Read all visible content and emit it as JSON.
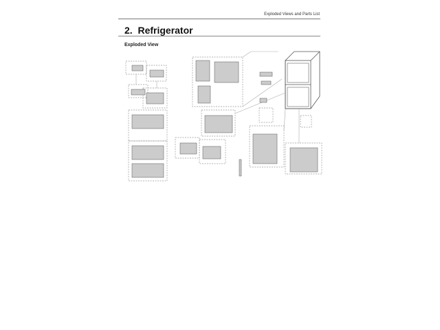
{
  "header": {
    "section_title": "Exploded Views and Parts List"
  },
  "page": {
    "title": "2.  Refrigerator",
    "subtitle": "Exploded View"
  }
}
